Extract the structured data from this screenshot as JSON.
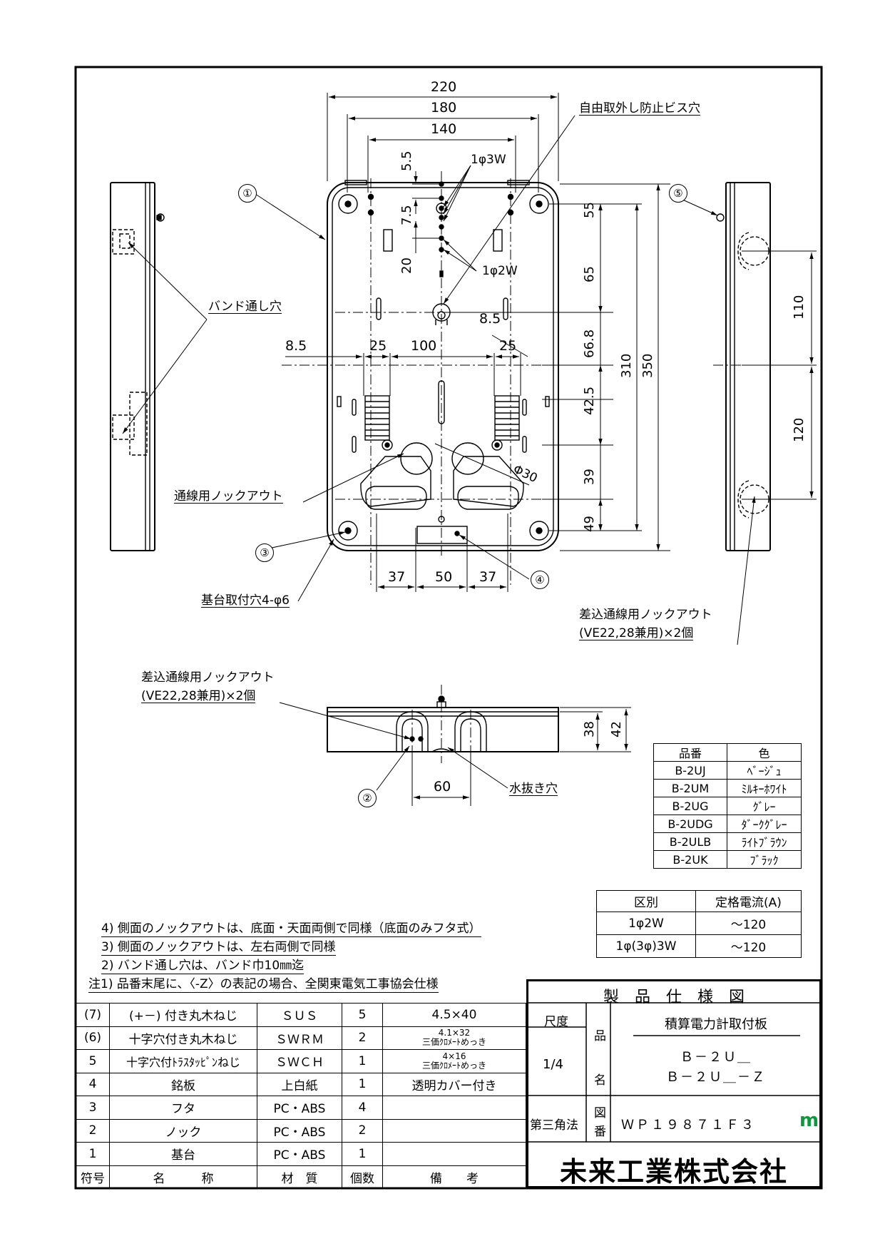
{
  "views": {
    "front_view": {
      "dims_top": [
        "220",
        "180",
        "140"
      ],
      "dim_5_5": "5.5",
      "dim_7_5": "7.5",
      "dim_20": "20",
      "dim_8_5_left": "8.5",
      "dim_25_left": "25",
      "dim_100": "100",
      "dim_25_right": "25",
      "dim_8_5_right": "8.5",
      "dims_right": [
        "55",
        "65",
        "66.8",
        "42.5",
        "39",
        "49"
      ],
      "dim_310": "310",
      "dim_350": "350",
      "dims_bottom": [
        "37",
        "50",
        "37"
      ],
      "phi30": "Φ30",
      "label_1phi3w": "1φ3W",
      "label_1phi2w": "1φ2W",
      "label_antitheft": "自由取外し防止ビス穴",
      "label_band": "バンド通し穴",
      "label_knockout": "通線用ノックアウト",
      "label_mounting": "基台取付穴4-φ6",
      "label_insert_line1": "差込通線用ノックアウト",
      "label_insert_line2": "(VE22,28兼用)×2個"
    },
    "right_view": {
      "dim_110": "110",
      "dim_120": "120"
    },
    "bottom_view": {
      "label_insert_line1": "差込通線用ノックアウト",
      "label_insert_line2": "(VE22,28兼用)×2個",
      "dim_38": "38",
      "dim_42": "42",
      "dim_60": "60",
      "label_drain": "水抜き穴"
    },
    "markers": [
      "①",
      "②",
      "③",
      "④",
      "⑤"
    ]
  },
  "color_table": {
    "headers": [
      "品番",
      "色"
    ],
    "rows": [
      [
        "B-2UJ",
        "ﾍﾞｰｼﾞｭ"
      ],
      [
        "B-2UM",
        "ﾐﾙｷｰﾎﾜｲﾄ"
      ],
      [
        "B-2UG",
        "ｸﾞﾚｰ"
      ],
      [
        "B-2UDG",
        "ﾀﾞｰｸｸﾞﾚｰ"
      ],
      [
        "B-2ULB",
        "ﾗｲﾄﾌﾞﾗｳﾝ"
      ],
      [
        "B-2UK",
        "ﾌﾞﾗｯｸ"
      ]
    ]
  },
  "current_table": {
    "headers": [
      "区別",
      "定格電流(A)"
    ],
    "rows": [
      [
        "1φ2W",
        "～120"
      ],
      [
        "1φ(3φ)3W",
        "～120"
      ]
    ]
  },
  "notes": [
    "4) 側面のノックアウトは、底面・天面両側で同様（底面のみフタ式）",
    "3) 側面のノックアウトは、左右両側で同様",
    "2) バンド通し穴は、バンド巾10㎜迄",
    "注1) 品番末尾に、〈-Z〉の表記の場合、全関東電気工事協会仕様"
  ],
  "parts_list": {
    "headers": [
      "符号",
      "名　　　称",
      "材　質",
      "個数",
      "備　　考"
    ],
    "rows": [
      {
        "no": "(7)",
        "name": "(+－) 付き丸木ねじ",
        "material": "ＳＵＳ",
        "qty": "5",
        "remark": "4.5×40"
      },
      {
        "no": "(6)",
        "name": "十字穴付き丸木ねじ",
        "material": "ＳＷＲＭ",
        "qty": "2",
        "remark": "4.1×32",
        "remark2": "三価ｸﾛﾒｰﾄめっき"
      },
      {
        "no": "5",
        "name": "十字穴付ﾄﾗｽﾀｯﾋﾟﾝねじ",
        "material": "ＳＷＣＨ",
        "qty": "1",
        "remark": "4×16",
        "remark2": "三価ｸﾛﾒｰﾄめっき"
      },
      {
        "no": "4",
        "name": "銘板",
        "material": "上白紙",
        "qty": "1",
        "remark": "透明カバー付き"
      },
      {
        "no": "3",
        "name": "フタ",
        "material": "PC・ABS",
        "qty": "4",
        "remark": ""
      },
      {
        "no": "2",
        "name": "ノック",
        "material": "PC・ABS",
        "qty": "2",
        "remark": ""
      },
      {
        "no": "1",
        "name": "基台",
        "material": "PC・ABS",
        "qty": "1",
        "remark": ""
      }
    ]
  },
  "title_block": {
    "heading": "製　品　仕　様　図",
    "scale_label": "尺度",
    "scale_value": "1/4",
    "product_label_1": "品",
    "product_label_2": "名",
    "product_name": "積算電力計取付板",
    "model_1": "Ｂ－２Ｕ＿",
    "model_2": "Ｂ－２Ｕ＿－Ｚ",
    "projection": "第三角法",
    "drawing_no_label_1": "図",
    "drawing_no_label_2": "番",
    "drawing_no": "ＷＰ１９８７１Ｆ３",
    "logo_letter": "m",
    "company": "未来工業株式会社"
  }
}
